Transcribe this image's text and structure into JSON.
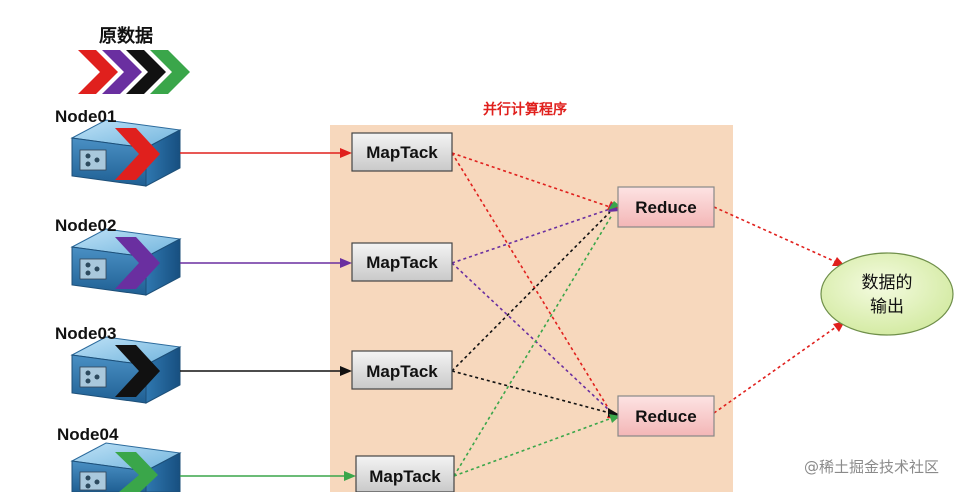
{
  "legend": {
    "title": "原数据",
    "colors": [
      "#e0201d",
      "#6a2fa0",
      "#111111",
      "#3aa64a"
    ]
  },
  "region": {
    "label": "并行计算程序",
    "fill": "#f7d8bd"
  },
  "nodes": [
    {
      "label": "Node01",
      "color": "#e0201d"
    },
    {
      "label": "Node02",
      "color": "#6a2fa0"
    },
    {
      "label": "Node03",
      "color": "#111111"
    },
    {
      "label": "Node04",
      "color": "#3aa64a"
    }
  ],
  "map_boxes": [
    {
      "label": "MapTack"
    },
    {
      "label": "MapTack"
    },
    {
      "label": "MapTack"
    },
    {
      "label": "MapTack"
    }
  ],
  "reduce_boxes": [
    {
      "label": "Reduce"
    },
    {
      "label": "Reduce"
    }
  ],
  "output": {
    "line1": "数据的",
    "line2": "输出",
    "fill": "#dff0b0"
  },
  "watermark": "@稀土掘金技术社区"
}
